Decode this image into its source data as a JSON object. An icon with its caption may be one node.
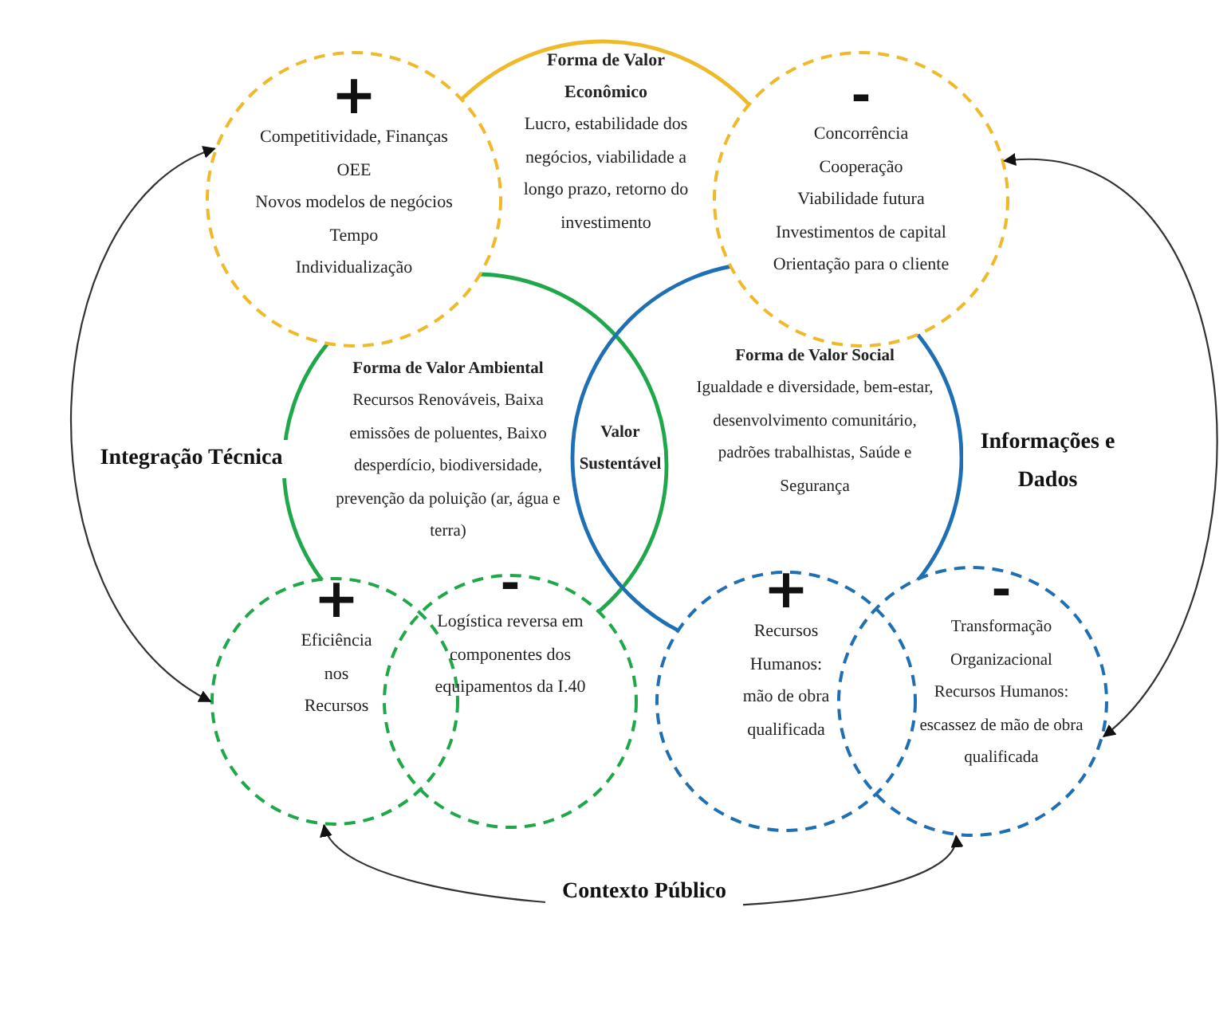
{
  "diagram": {
    "nodes": [
      {
        "text": [
          "Forma de Valor Econômico",
          "Lucro, estabilidade dos negócios, viabilidade a longo prazo, retorno do investimento"
        ]
      },
      {
        "text": [
          "+",
          "Competitividade, Finanças",
          "OEE",
          "Novos modelos de negócios",
          "Tempo",
          "Individualização"
        ]
      },
      {
        "text": [
          "-",
          "Concorrência",
          "Cooperação",
          "Viabilidade futura",
          "Investimentos de capital",
          "Orientação para o cliente"
        ]
      },
      {
        "text": [
          "Forma de Valor Ambiental",
          "Recursos Renováveis, Baixa emissões de poluentes, Baixo desperdício, biodiversidade, prevenção da poluição (ar, água e terra)"
        ]
      },
      {
        "text": [
          "Forma de Valor Social",
          "Igualdade e diversidade, bem-estar, desenvolvimento comunitário, padrões trabalhistas, Saúde e Segurança"
        ]
      },
      {
        "text": [
          "Valor Sustentável"
        ]
      },
      {
        "text": [
          "+",
          "Eficiência nos Recursos"
        ]
      },
      {
        "text": [
          "-",
          "Logística reversa em componentes dos equipamentos da I.40"
        ]
      },
      {
        "text": [
          "+",
          "Recursos Humanos: mão de obra qualificada"
        ]
      },
      {
        "text": [
          "-",
          "Transformação Organizacional",
          "Recursos Humanos: escassez de mão de obra qualificada"
        ]
      }
    ],
    "edges": [
      {
        "from": 1,
        "to": 6,
        "arrow": "both",
        "label": "Integração Técnica"
      },
      {
        "from": 2,
        "to": 9,
        "arrow": "both",
        "label": "Informações e Dados"
      },
      {
        "from": 6,
        "to": 9,
        "arrow": "both",
        "label": "Contexto Público"
      }
    ]
  }
}
